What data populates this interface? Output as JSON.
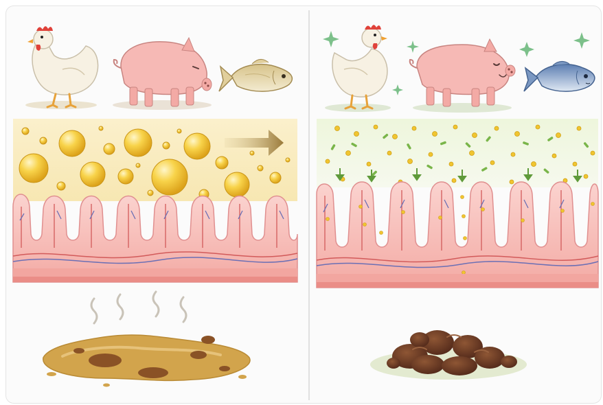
{
  "panels": [
    {
      "id": "before",
      "animals": [
        "chicken",
        "pig",
        "fish"
      ],
      "gut_content": "large-fat-droplets",
      "flow_arrow": "right-arrow",
      "villi_state": "short-worn",
      "waste": "loose-wet-manure",
      "odor": "stink-lines"
    },
    {
      "id": "after",
      "animals": [
        "chicken",
        "pig",
        "fish"
      ],
      "sparkles": true,
      "gut_content": "small-droplets-and-rod-particles",
      "absorption_arrows": "down-arrows",
      "villi_state": "tall-healthy",
      "waste": "firm-formed-manure"
    }
  ],
  "colors": {
    "fat_droplet": "#f3c52d",
    "gut_wall": "#f6c0bd",
    "villus_outline": "#e08f8f",
    "artery": "#d25a5a",
    "vein": "#6a6fb5",
    "particle_green": "#7ab54a",
    "arrow_green": "#5f9a3a",
    "loose_manure": "#d2a44c",
    "firm_manure": "#6e3a24"
  }
}
